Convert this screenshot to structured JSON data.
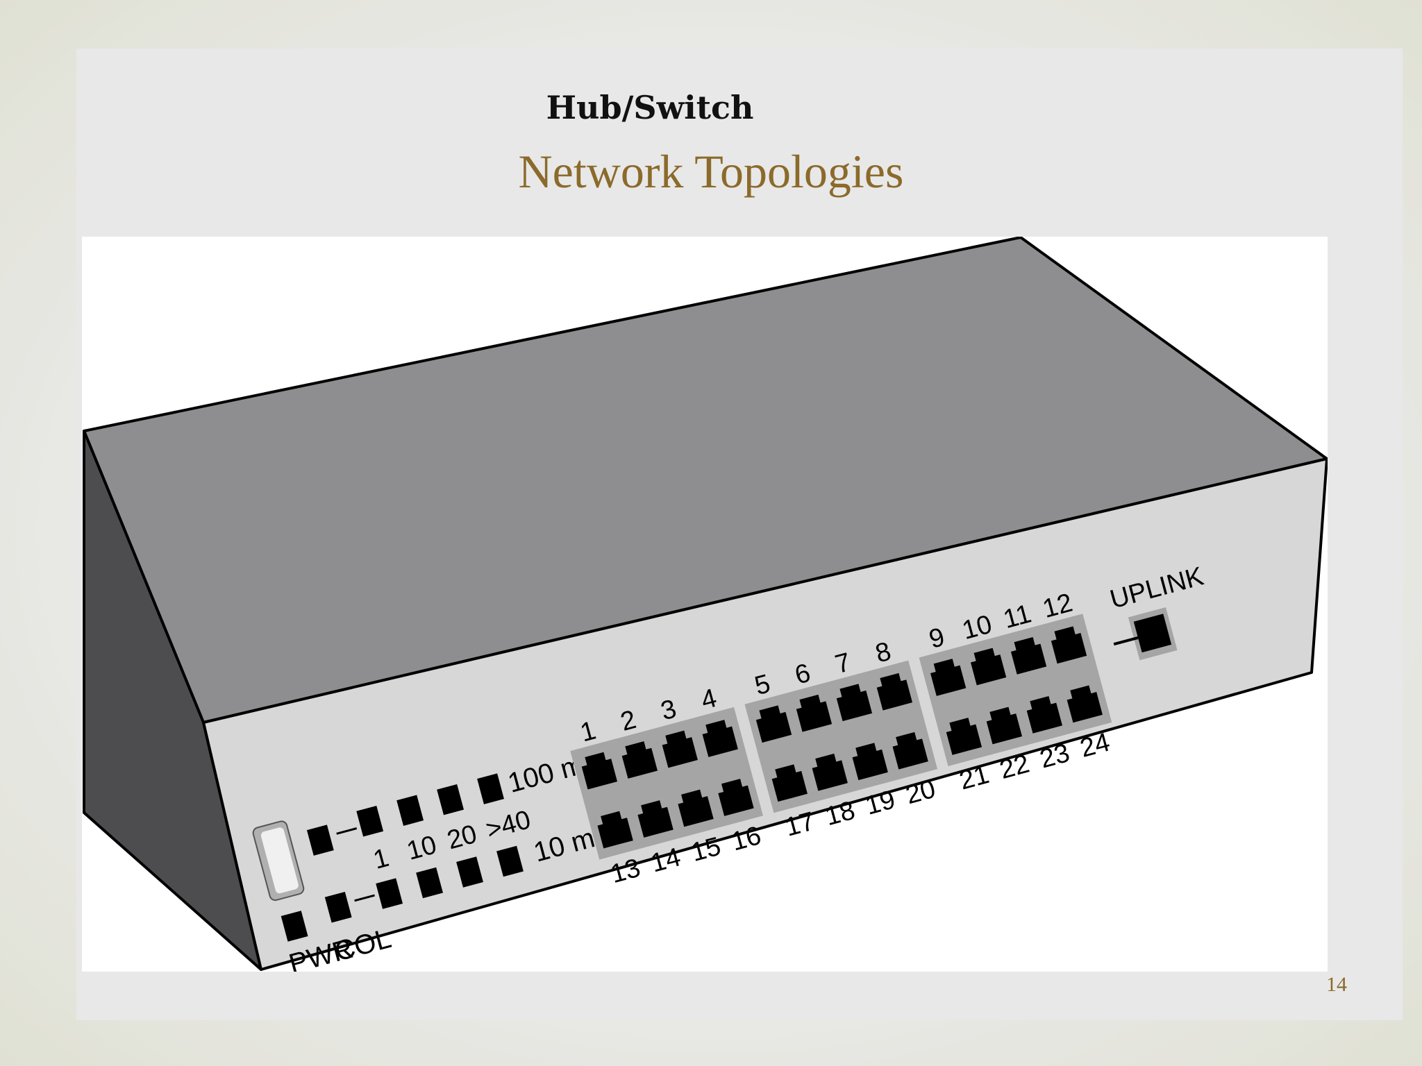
{
  "slide": {
    "subtitle": "Hub/Switch",
    "title": "Network Topologies",
    "page_number": "14"
  },
  "device": {
    "indicators": {
      "pwr": "PWR",
      "col": "COL",
      "speed_100": "100 mpbs",
      "speed_10": "10 mpbs",
      "levels": [
        "1",
        "10",
        "20",
        ">40"
      ]
    },
    "ports_top": [
      "1",
      "2",
      "3",
      "4",
      "5",
      "6",
      "7",
      "8",
      "9",
      "10",
      "11",
      "12"
    ],
    "ports_bottom": [
      "13",
      "14",
      "15",
      "16",
      "17",
      "18",
      "19",
      "20",
      "21",
      "22",
      "23",
      "24"
    ],
    "uplink": "UPLINK"
  },
  "colors": {
    "title": "#8b6a2b",
    "top_face": "#8e8d8f",
    "front_face": "#d7d7d7",
    "side_face": "#4d4c4e",
    "port_group": "#a5a5a5",
    "port": "#000000"
  }
}
